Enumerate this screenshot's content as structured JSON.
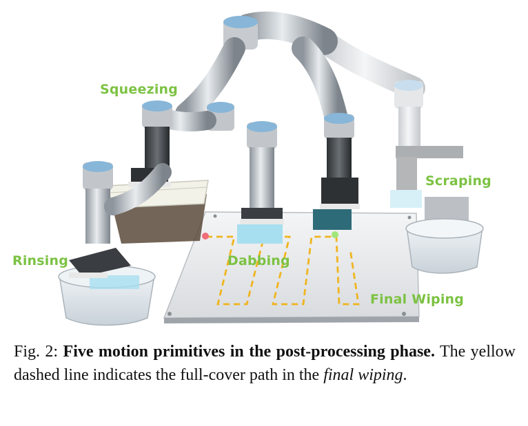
{
  "figure": {
    "labels": {
      "squeezing": "Squeezing",
      "scraping": "Scraping",
      "rinsing": "Rinsing",
      "dabbing": "Dabbing",
      "final_wiping": "Final Wiping"
    },
    "colors": {
      "label_green": "#7cc242",
      "path_yellow": "#f0b41e",
      "start_marker": "#f06e78",
      "end_marker": "#a0e678"
    }
  },
  "caption": {
    "prefix": "Fig. 2: ",
    "bold_part": "Five motion primitives in the post-processing phase.",
    "text_before_italic": " The yellow dashed line indicates the full-cover path in the ",
    "italic_part": "final wiping",
    "text_after_italic": "."
  }
}
